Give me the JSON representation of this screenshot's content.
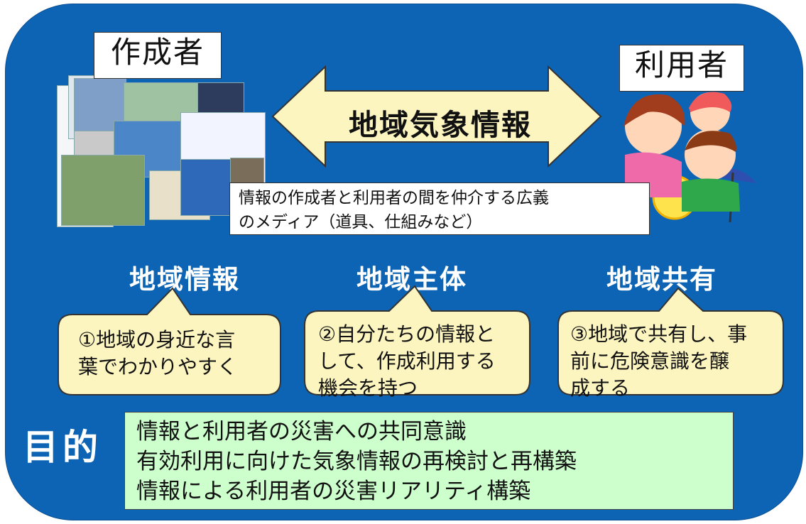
{
  "creator_label": "作成者",
  "user_label": "利用者",
  "arrow_label": "地域気象情報",
  "description": {
    "line1": "情報の作成者と利用者の間を仲介する広義",
    "line2": "のメディア（道具、仕組みなど）"
  },
  "keywords": [
    {
      "title": "地域情報",
      "callout": {
        "line1": "①地域の身近な言",
        "line2": "葉でわかりやすく",
        "line3": ""
      }
    },
    {
      "title": "地域主体",
      "callout": {
        "line1": "②自分たちの情報と",
        "line2": "して、作成利用する",
        "line3": "機会を持つ"
      }
    },
    {
      "title": "地域共有",
      "callout": {
        "line1": "③地域で共有し、事",
        "line2": "前に危険意識を醸",
        "line3": "成する"
      }
    }
  ],
  "purpose": {
    "heading": "目的",
    "lines": [
      "情報と利用者の災害への共同意識",
      "有効利用に向けた気象情報の再検討と再構築",
      "情報による利用者の災害リアリティ構築"
    ]
  },
  "colors": {
    "background": "#0d64b4",
    "arrow_fill": "#fdf5c0",
    "callout_fill": "#fdf5c0",
    "purpose_fill": "#ccffcc"
  }
}
